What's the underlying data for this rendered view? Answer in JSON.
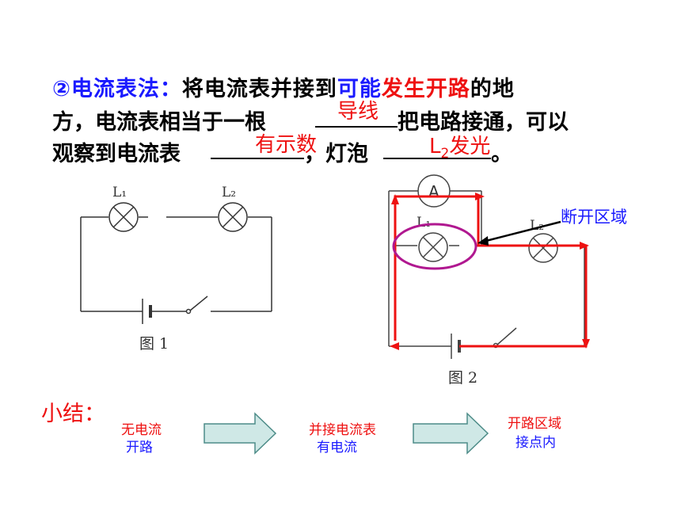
{
  "heading": {
    "line1": {
      "prefix": "②电流表法：",
      "text1": "将电流表并接到",
      "blue_part": "可能",
      "red_part": "发生开路",
      "text2": "的地"
    },
    "line2": {
      "text1": "方，电流表相当于一根",
      "text2": "把电路接通，可以"
    },
    "line3": {
      "text1": "观察到电流表",
      "text2": "，灯泡",
      "text3": "。"
    }
  },
  "answers": {
    "blank1": "导线",
    "blank2": "有示数",
    "blank3_l": "L",
    "blank3_sub": "2",
    "blank3_rest": "发光"
  },
  "figure1": {
    "lamp1": "L₁",
    "lamp2": "L₂",
    "caption": "图 1"
  },
  "figure2": {
    "lamp1": "L₁",
    "lamp2": "L₂",
    "ammeter": "A",
    "caption": "图 2",
    "annotation": "断开区域"
  },
  "summary": {
    "label": "小结：",
    "step1_line1": "无电流",
    "step1_line2": "开路",
    "step2_line1": "并接电流表",
    "step2_line2": "有电流",
    "step3_line1": "开路区域",
    "step3_line2": "接点内"
  },
  "colors": {
    "blue": "#1a1aff",
    "red": "#ee1111",
    "magenta": "#b01890",
    "arrow_fill": "#cfe8e6",
    "arrow_stroke": "#4d8c88"
  }
}
